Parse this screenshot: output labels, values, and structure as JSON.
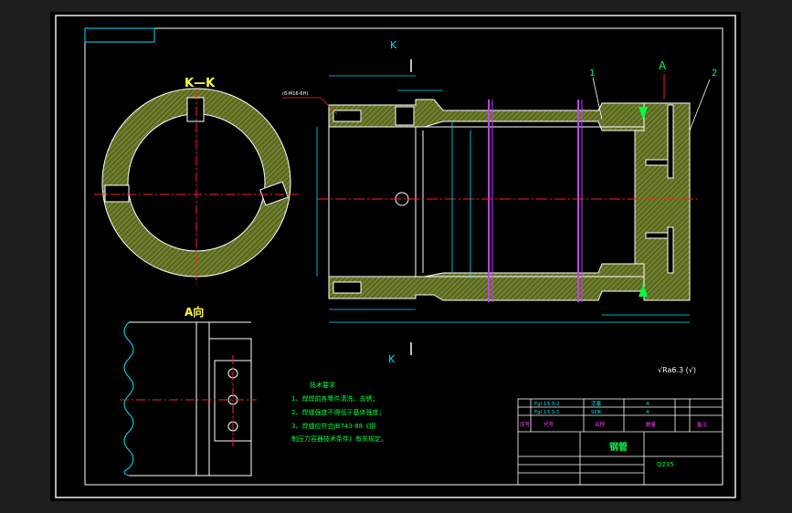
{
  "drawing": {
    "section_label": "K—K",
    "view_label": "A向",
    "cut_mark": "K",
    "view_mark": "A",
    "part_numbers": [
      "1",
      "2"
    ],
    "part_name": "钢管",
    "tech_title": "技术要求",
    "tech_lines": [
      "1、焊焊前各零件清洗、去锈；",
      "2、焊缝强度不得低于基体强度；",
      "3、焊缝应符合JB743-88《钢",
      "    制压力容器技术条件》有关规定。"
    ],
    "thread_callout": "(6-M16-6H)",
    "surface_finish": "√Ra6.3 (√)",
    "title_block": {
      "drawing_name": "钢管",
      "material": "Q235",
      "row1": [
        "Fgl.13.3-2",
        "活塞",
        "4"
      ],
      "row2": [
        "Fgl.13.3-1",
        "SDK",
        "4"
      ],
      "headers": [
        "序号",
        "代号",
        "名称",
        "数量",
        "备注"
      ]
    }
  },
  "colors": {
    "background": "#000000",
    "frame": "#ffffff",
    "outline": "#00e0ff",
    "hatch": "#6b7a2e",
    "hatch_line": "#9aab46",
    "axis": "#ff2020",
    "label": "#ffff40",
    "highlight": "#00ff40",
    "rod": "#c040ff"
  }
}
